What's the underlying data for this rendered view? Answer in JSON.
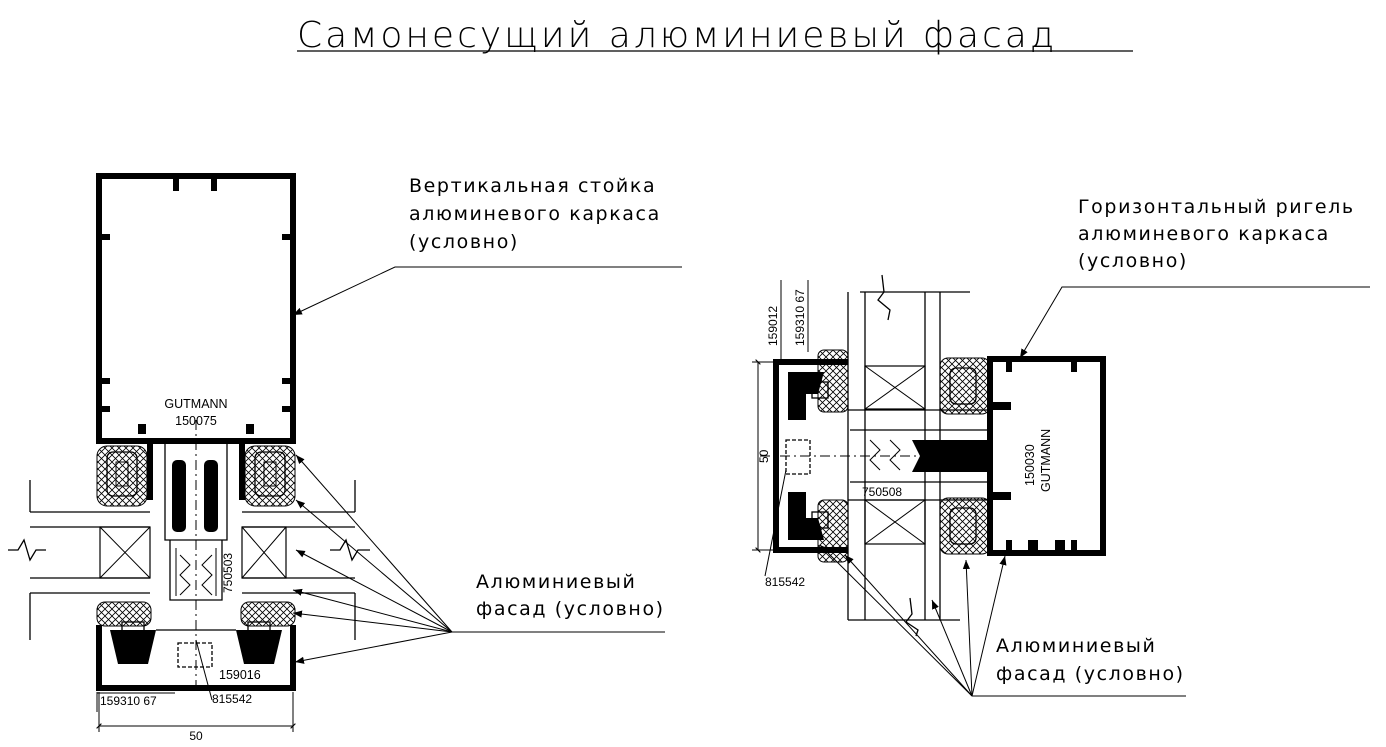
{
  "title": "Самонесущий алюминиевый фасад",
  "left_detail": {
    "note_mullion": [
      "Вертикальная стойка",
      "алюминевого каркаса",
      "(условно)"
    ],
    "profile_brand": "GUTMANN",
    "profile_code": "150075",
    "insert_code": "750503",
    "cap_code": "159016",
    "outer_code": "159310 67",
    "screw_code": "815542",
    "dimension": "50",
    "note_facade": [
      "Алюминиевый",
      "фасад (условно)"
    ]
  },
  "right_detail": {
    "note_transom": [
      "Горизонтальный ригель",
      "алюминевого каркаса",
      "(условно)"
    ],
    "profile_brand": "GUTMANN",
    "profile_code": "150030",
    "insert_code": "750508",
    "code_a": "159012",
    "code_b": "159310 67",
    "screw_code": "815542",
    "dimension": "50",
    "note_facade": [
      "Алюминиевый",
      "фасад (условно)"
    ]
  }
}
